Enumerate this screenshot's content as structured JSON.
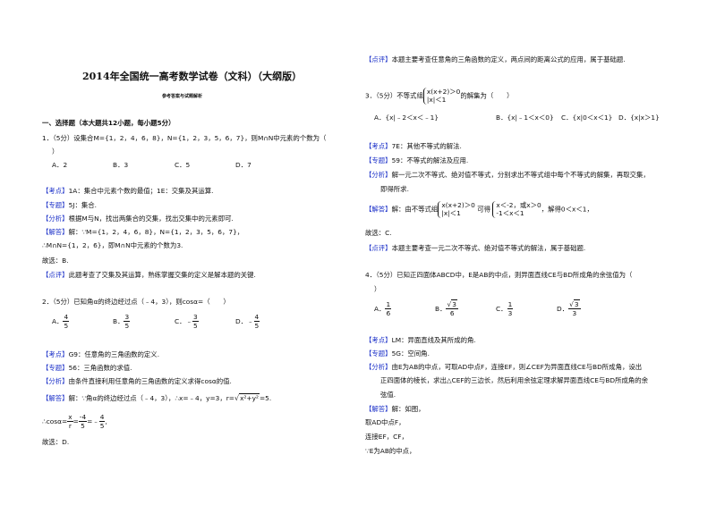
{
  "doc": {
    "title": "2014年全国统一高考数学试卷（文科）（大纲版）",
    "subtitle": "参考答案与试题解析",
    "section": "一、选择题（本大题共12小题，每小题5分）"
  },
  "tags": {
    "kaodian": "【考点】",
    "zhuanti": "【专题】",
    "fenxi": "【分析】",
    "jieda": "【解答】",
    "dianping": "【点评】"
  },
  "q1": {
    "stem": "1．（5分）设集合M={1，2，4，6，8}，N={1，2，3，5，6，7}，则M∩N中元素的个数为（",
    "stem_end": "）",
    "options": [
      "A．2",
      "B．3",
      "C．5",
      "D．7"
    ],
    "kaodian": "1A：集合中元素个数的最值；1E：交集及其运算.",
    "zhuanti": "5J：集合.",
    "fenxi": "根据M与N，找出两集合的交集，找出交集中的元素即可.",
    "jieda_1": "解：∵M={1，2，4，6，8}，N={1，2，3，5，6，7}，",
    "jieda_2": "∴M∩N={1，2，6}，即M∩N中元素的个数为3.",
    "answer": "故选：B.",
    "dianping": "此题考查了交集及其运算，熟练掌握交集的定义是解本题的关键."
  },
  "q2": {
    "stem": "2．（5分）已知角α的终边经过点（﹣4，3），则cosα=（　　）",
    "options": [
      {
        "label": "A．",
        "sign": "",
        "num": "4",
        "den": "5"
      },
      {
        "label": "B．",
        "sign": "",
        "num": "3",
        "den": "5"
      },
      {
        "label": "C．",
        "sign": "﹣",
        "num": "3",
        "den": "5"
      },
      {
        "label": "D．",
        "sign": "﹣",
        "num": "4",
        "den": "5"
      }
    ],
    "kaodian": "G9：任意角的三角函数的定义.",
    "zhuanti": "56：三角函数的求值.",
    "fenxi": "由条件直接利用任意角的三角函数的定义求得cosα的值.",
    "jieda_pre": "解：∵角α的终边经过点（﹣4，3），∴x=﹣4，y=3，r=",
    "jieda_sqrt": "x²+y²",
    "jieda_post": "=5.",
    "cos_pre": "∴cosα=",
    "cos_f1_num": "x",
    "cos_f1_den": "r",
    "cos_eq": "=",
    "cos_f2_num": "-4",
    "cos_f2_den": "5",
    "cos_mid": "=﹣",
    "cos_f3_num": "4",
    "cos_f3_den": "5",
    "cos_post": ",",
    "answer": "故选：D."
  },
  "right": {
    "dianping_top": "本题主要考查任意角的三角函数的定义，两点间的距离公式的应用，属于基础题."
  },
  "q3": {
    "stem_pre": "3．（5分）不等式组",
    "sys_1": "x(x+2)＞0",
    "sys_2": "|x|＜1",
    "stem_post": "的解集为（　　）",
    "options": [
      "A．{x|﹣2＜x＜﹣1}",
      "B．{x|﹣1＜x＜0}",
      "C．{x|0＜x＜1}",
      "D．{x|x＞1}"
    ],
    "kaodian": "7E：其他不等式的解法.",
    "zhuanti": "59：不等式的解法及应用.",
    "fenxi_1": "解一元二次不等式、绝对值不等式，分别求出不等式组中每个不等式的解集，再取交集，",
    "fenxi_2": "即得所求.",
    "jieda_pre": "解：由不等式组",
    "jieda_sys_1": "x(x+2)＞0",
    "jieda_sys_2": "|x|＜1",
    "jieda_mid": "可得",
    "jieda_sys_3": "x＜-2，或x＞0",
    "jieda_sys_4": "-1＜x＜1",
    "jieda_post": "，解得0＜x＜1，",
    "answer": "故选：C.",
    "dianping": "本题主要考查一元二次不等式、绝对值不等式的解法，属于基础题."
  },
  "q4": {
    "stem_1": "4．（5分）已知正四面体ABCD中，E是AB的中点，则异面直线CE与BD所成角的余弦值为（",
    "stem_2": "）",
    "options": [
      {
        "label": "A．",
        "num": "1",
        "den": "6",
        "sqrt": false
      },
      {
        "label": "B．",
        "num": "3",
        "den": "6",
        "sqrt": true
      },
      {
        "label": "C．",
        "num": "1",
        "den": "3",
        "sqrt": false
      },
      {
        "label": "D．",
        "num": "3",
        "den": "3",
        "sqrt": true
      }
    ],
    "kaodian": "LM：异面直线及其所成的角.",
    "zhuanti": "5G：空间角.",
    "fenxi_1": "由E为AB的中点，可取AD中点F，连接EF，则∠CEF为异面直线CE与BD所成角，设出",
    "fenxi_2": "正四面体的棱长，求出△CEF的三边长，然后利用余弦定理求解异面直线CE与BD所成角的余",
    "fenxi_3": "弦值.",
    "jieda": "解：如图，",
    "line_1": "取AD中点F，",
    "line_2": "连接EF，CF，",
    "line_3": "∵E为AB的中点，"
  }
}
